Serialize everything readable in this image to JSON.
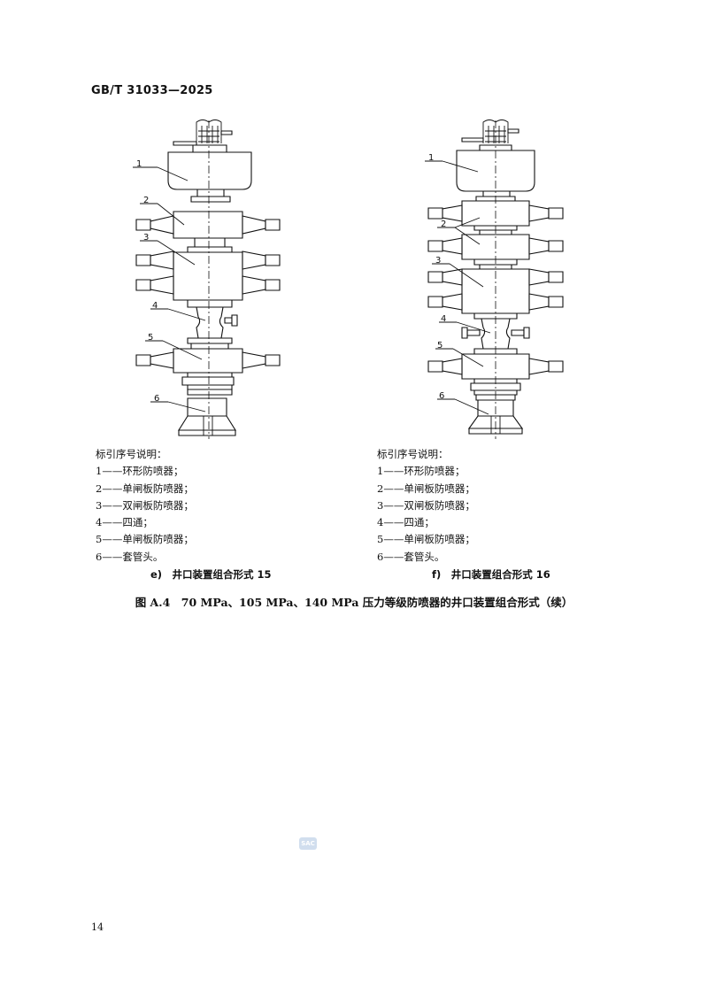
{
  "header": {
    "standard_code": "GB/T 31033—2025"
  },
  "figures": [
    {
      "part_labels": [
        "1",
        "2",
        "3",
        "4",
        "5",
        "6"
      ],
      "legend_title": "标引序号说明：",
      "legend_items": [
        "1——环形防喷器；",
        "2——单闸板防喷器；",
        "3——双闸板防喷器；",
        "4——四通；",
        "5——单闸板防喷器；",
        "6——套管头。"
      ],
      "subcaption": "e)　井口装置组合形式 15"
    },
    {
      "part_labels": [
        "1",
        "2",
        "3",
        "4",
        "5",
        "6"
      ],
      "legend_title": "标引序号说明：",
      "legend_items": [
        "1——环形防喷器；",
        "2——单闸板防喷器；",
        "3——双闸板防喷器；",
        "4——四通；",
        "5——单闸板防喷器；",
        "6——套管头。"
      ],
      "subcaption": "f)　井口装置组合形式 16"
    }
  ],
  "figure_caption": "图 A.4　70 MPa、105 MPa、140 MPa 压力等级防喷器的井口装置组合形式（续）",
  "watermark": "SAC",
  "footer": {
    "page_number": "14"
  }
}
